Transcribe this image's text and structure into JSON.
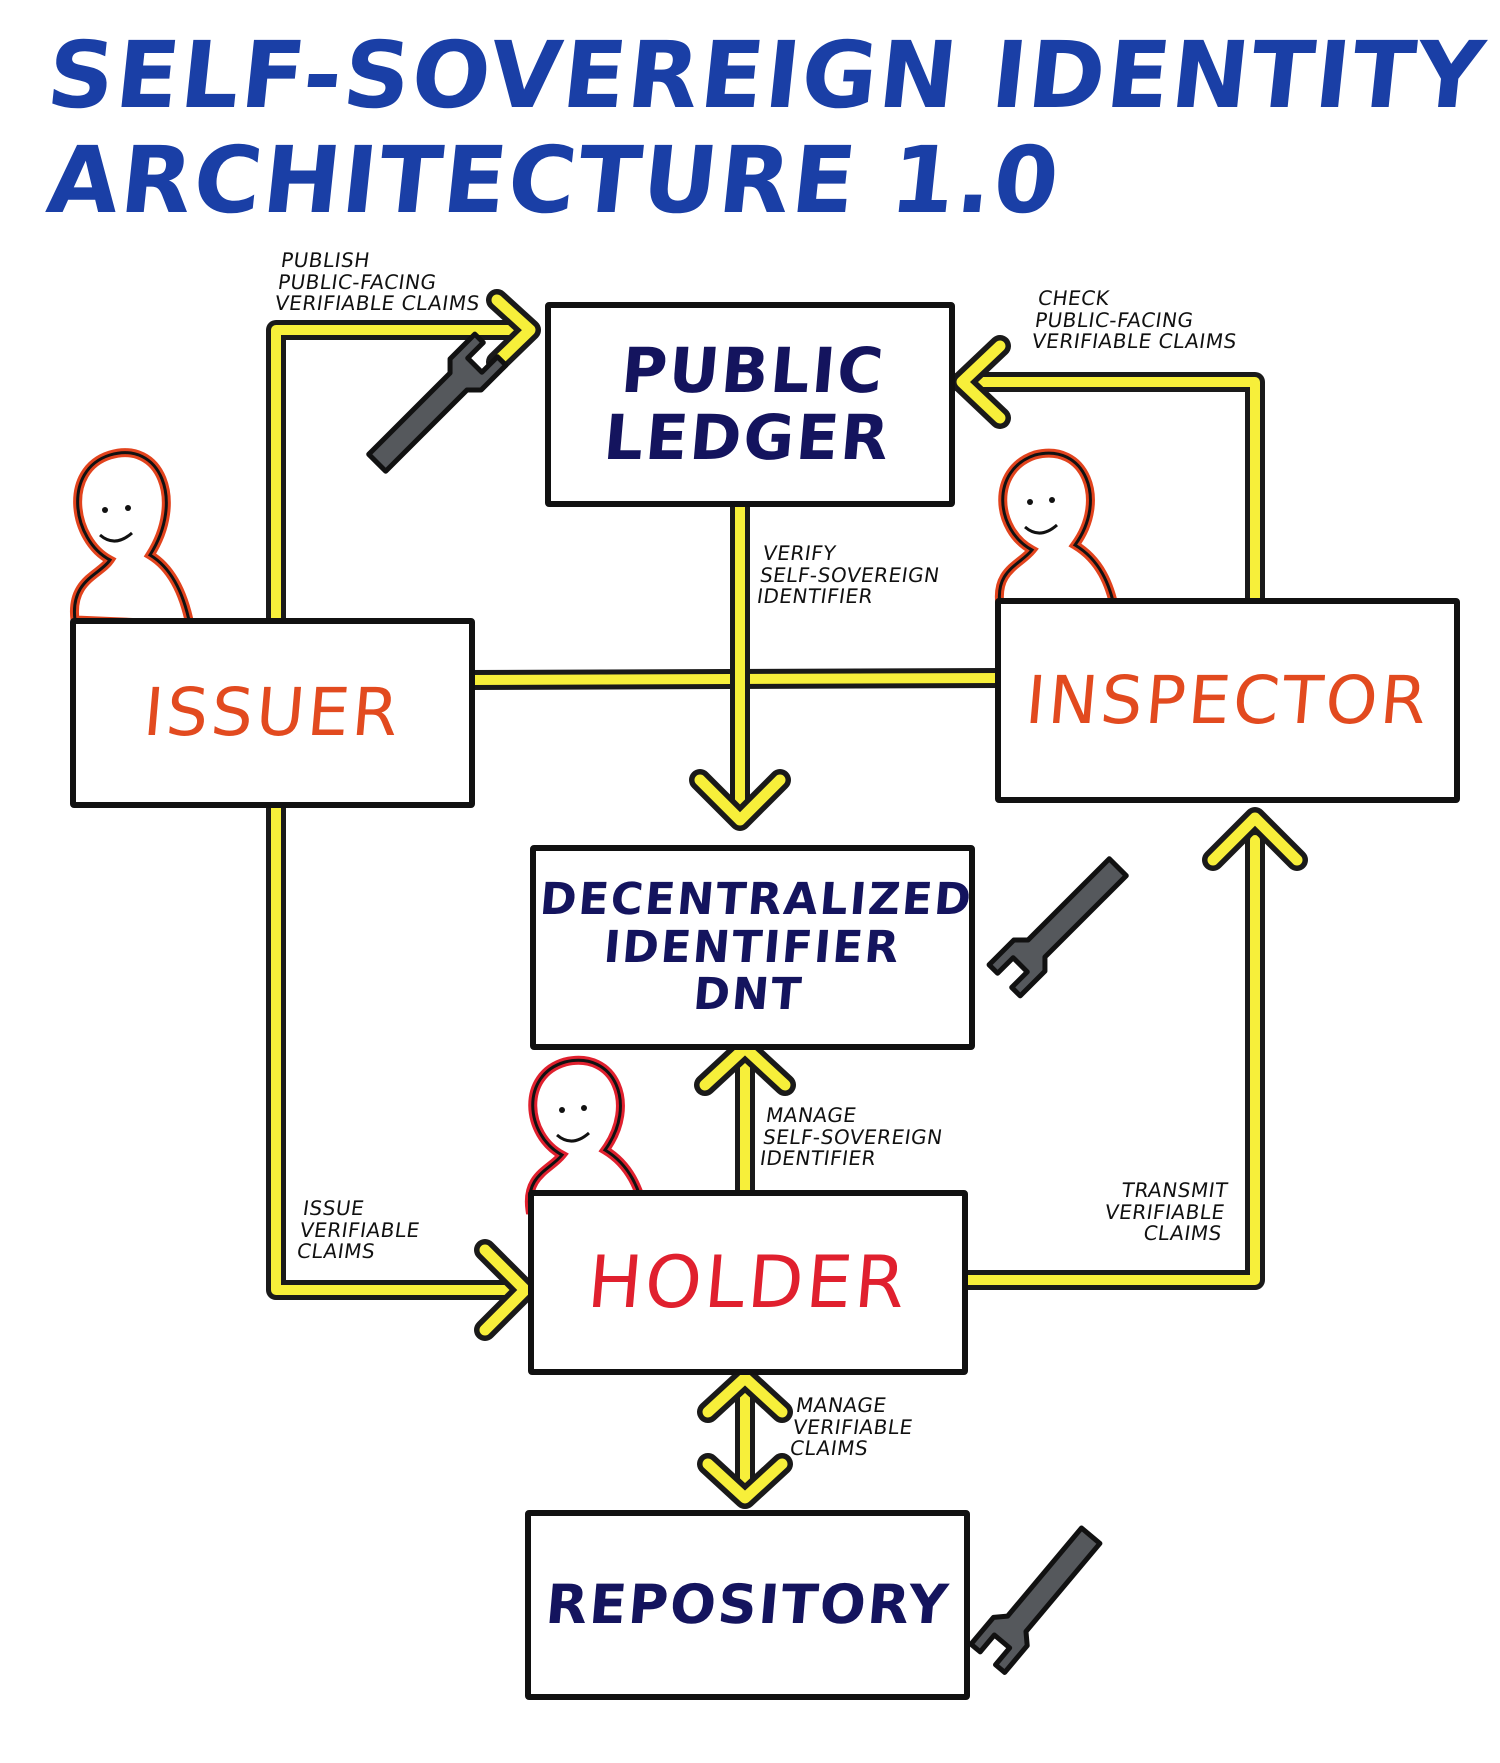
{
  "title": {
    "line1": "SELF-SOVEREIGN IDENTITY",
    "line2": "ARCHITECTURE 1.0"
  },
  "boxes": {
    "public_ledger": [
      "PUBLIC",
      "LEDGER"
    ],
    "issuer": "ISSUER",
    "inspector": "INSPECTOR",
    "dit": [
      "DECENTRALIZED",
      "IDENTIFIER",
      "DNT"
    ],
    "holder": "HOLDER",
    "repository": "REPOSITORY"
  },
  "notes": {
    "publish": [
      "PUBLISH",
      "PUBLIC-FACING",
      "VERIFIABLE CLAIMS"
    ],
    "check": [
      "CHECK",
      "PUBLIC-FACING",
      "VERIFIABLE CLAIMS"
    ],
    "verify": [
      "VERIFY",
      "SELF-SOVEREIGN",
      "IDENTIFIER"
    ],
    "manage_id": [
      "MANAGE",
      "SELF-SOVEREIGN",
      "IDENTIFIER"
    ],
    "issue": [
      "ISSUE",
      "VERIFIABLE",
      "CLAIMS"
    ],
    "transmit": [
      "TRANSMIT",
      "VERIFIABLE",
      "CLAIMS"
    ],
    "manage_claims": [
      "MANAGE",
      "VERIFIABLE",
      "CLAIMS"
    ]
  },
  "colors": {
    "arrow_fill": "#f7ef3a",
    "arrow_outline": "#1a1a1a",
    "title": "#1a3fa6",
    "box_text": "#14145e",
    "actor_text": "#e24a1f",
    "holder_text": "#e0202e",
    "person_outline": "#e2431d",
    "wrench": "#55585c"
  }
}
